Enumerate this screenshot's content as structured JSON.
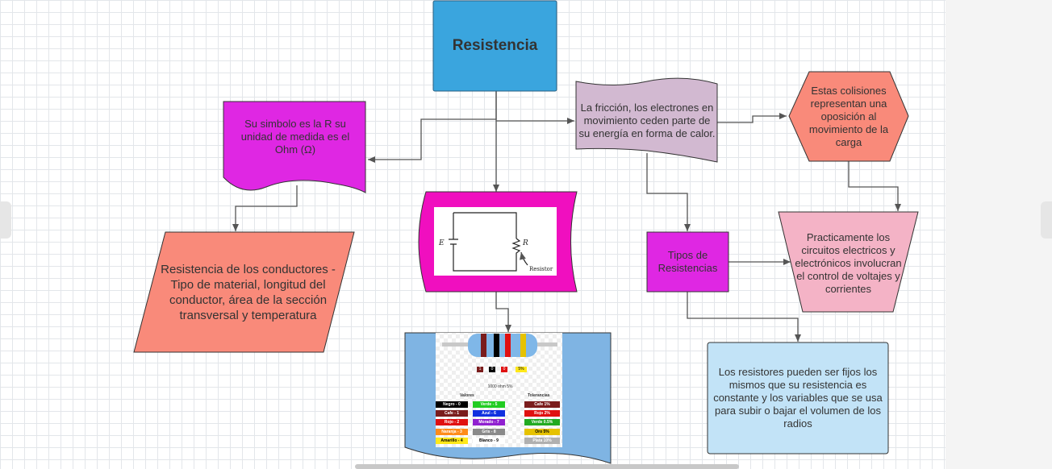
{
  "nodes": {
    "title": "Resistencia",
    "symbol": "Su simbolo es la R su unidad de medida es  el Ohm (Ω)",
    "friction": "La fricción, los electrones en movimiento ceden parte de su energía en forma de calor.",
    "collisions": "Estas colisiones representan una oposición al movimiento de la carga",
    "conductors": "Resistencia de los conductores -Tipo de material, longitud del conductor, área de la sección transversal y temperatura",
    "types": "Tipos de Resistencias",
    "circuits": "Practicamente  los circuitos electricos y electrónicos involucran el control de voltajes  y corrientes",
    "resistors": "Los resistores pueden ser fijos los mismos que su resistencia es constante y los variables que se usa para subir o bajar el volumen de los radios"
  },
  "circuit_image": {
    "source_label": "E",
    "resistor_label": "R",
    "caption": "Resistor"
  },
  "color_code_image": {
    "example_bands": [
      "1",
      "0",
      "0",
      "5%"
    ],
    "example_value": "1000 ohm 5%",
    "values_header": "Valores",
    "tolerance_header": "Tolerancias",
    "values": [
      {
        "label": "Negro - 0",
        "color": "#000000",
        "text": "#ffffff"
      },
      {
        "label": "Cafe - 1",
        "color": "#7a1c1c",
        "text": "#ffffff"
      },
      {
        "label": "Rojo - 2",
        "color": "#e01010",
        "text": "#ffffff"
      },
      {
        "label": "Naranja - 3",
        "color": "#ff8c1a",
        "text": "#ffffff"
      },
      {
        "label": "Amarillo - 4",
        "color": "#ffe81a",
        "text": "#000000"
      },
      {
        "label": "Verde - 5",
        "color": "#22cc22",
        "text": "#ffffff"
      },
      {
        "label": "Azul - 6",
        "color": "#1030e0",
        "text": "#ffffff"
      },
      {
        "label": "Morado - 7",
        "color": "#9020d0",
        "text": "#ffffff"
      },
      {
        "label": "Gris - 8",
        "color": "#8a8a8a",
        "text": "#ffffff"
      },
      {
        "label": "Blanco - 9",
        "color": "#ffffff",
        "text": "#000000"
      }
    ],
    "tolerances": [
      {
        "label": "Cafe   1%",
        "color": "#7a1c1c",
        "text": "#ffffff"
      },
      {
        "label": "Rojo   2%",
        "color": "#e01010",
        "text": "#ffffff"
      },
      {
        "label": "Verde  0.5%",
        "color": "#22aa22",
        "text": "#ffffff"
      },
      {
        "label": "Oro 5%",
        "color": "#e6c200",
        "text": "#000000"
      },
      {
        "label": "Plata 10%",
        "color": "#b0b0b0",
        "text": "#ffffff"
      }
    ]
  },
  "colors": {
    "title_fill": "#3aa5de",
    "symbol_fill": "#df27e3",
    "friction_fill": "#d2b9d1",
    "collisions_fill": "#f98a7a",
    "conductors_fill": "#f98a7a",
    "types_fill": "#df27e3",
    "circuits_fill": "#f4b3c6",
    "resistors_fill": "#c2e3f7",
    "circuit_frame_fill": "#f00fbf",
    "color_code_frame_fill": "#7fb4e3",
    "connector": "#555555"
  }
}
